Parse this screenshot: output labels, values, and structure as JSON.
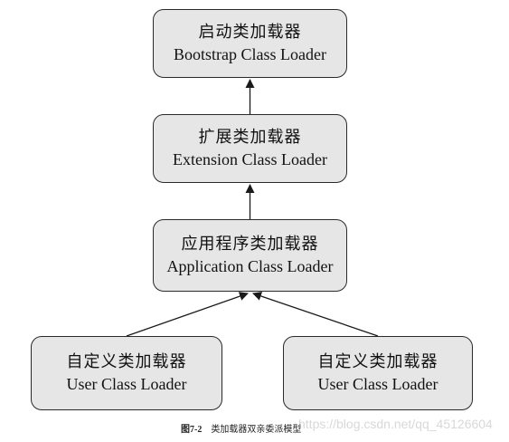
{
  "nodes": {
    "bootstrap": {
      "cn": "启动类加载器",
      "en": "Bootstrap Class Loader"
    },
    "extension": {
      "cn": "扩展类加载器",
      "en": "Extension Class Loader"
    },
    "application": {
      "cn": "应用程序类加载器",
      "en": "Application Class Loader"
    },
    "user_left": {
      "cn": "自定义类加载器",
      "en": "User Class Loader"
    },
    "user_right": {
      "cn": "自定义类加载器",
      "en": "User Class Loader"
    }
  },
  "caption": {
    "number": "图7-2",
    "text": "类加载器双亲委派模型"
  },
  "watermark": "https://blog.csdn.net/qq_45126604",
  "colors": {
    "box_fill": "#e6e6e6",
    "box_border": "#2a2a2a",
    "arrow": "#1a1a1a"
  }
}
